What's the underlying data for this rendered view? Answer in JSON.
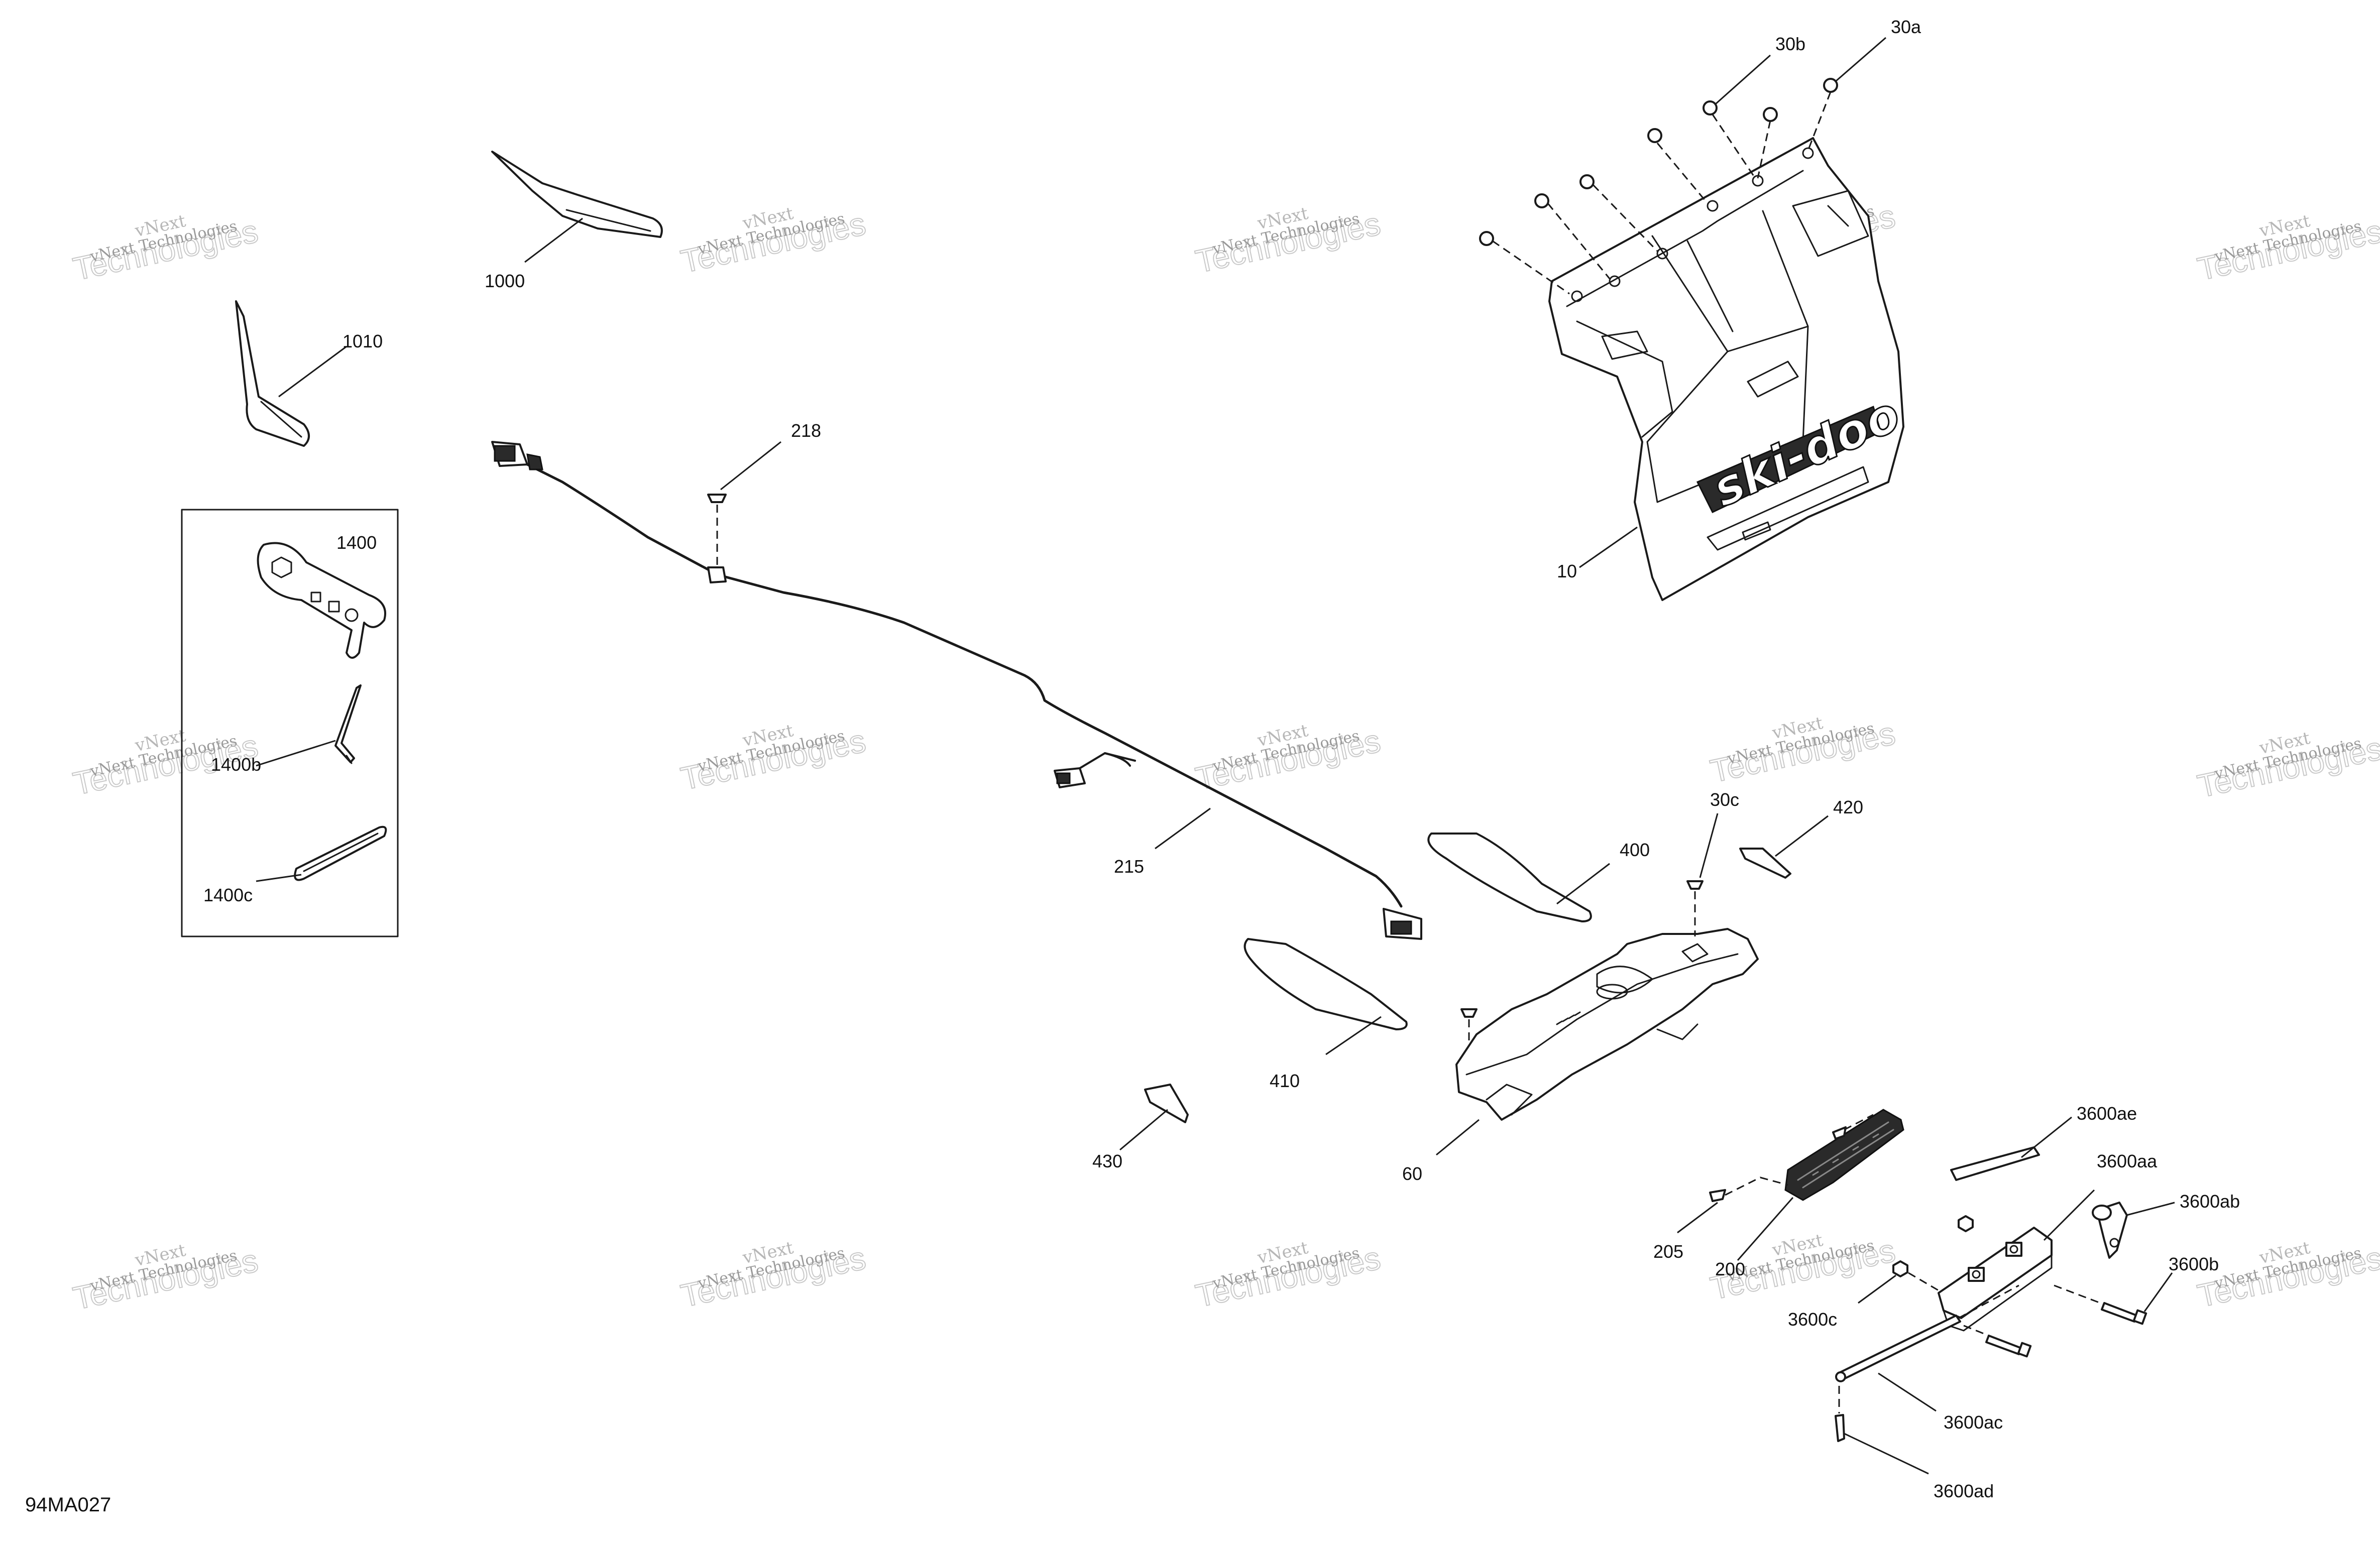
{
  "diagram_ref": "94MA027",
  "brand_text": "ski-doo",
  "watermark": {
    "line1": "vNext",
    "line2": "Technologies",
    "line3": "vNext Technologies"
  },
  "callouts": {
    "p10": "10",
    "p30a": "30a",
    "p30b": "30b",
    "p30c": "30c",
    "p60": "60",
    "p200": "200",
    "p205": "205",
    "p215": "215",
    "p218": "218",
    "p400": "400",
    "p410": "410",
    "p420": "420",
    "p430": "430",
    "p1000": "1000",
    "p1010": "1010",
    "p1400": "1400",
    "p1400b": "1400b",
    "p1400c": "1400c",
    "p3600aa": "3600aa",
    "p3600ab": "3600ab",
    "p3600ac": "3600ac",
    "p3600ad": "3600ad",
    "p3600ae": "3600ae",
    "p3600b": "3600b",
    "p3600c": "3600c"
  }
}
